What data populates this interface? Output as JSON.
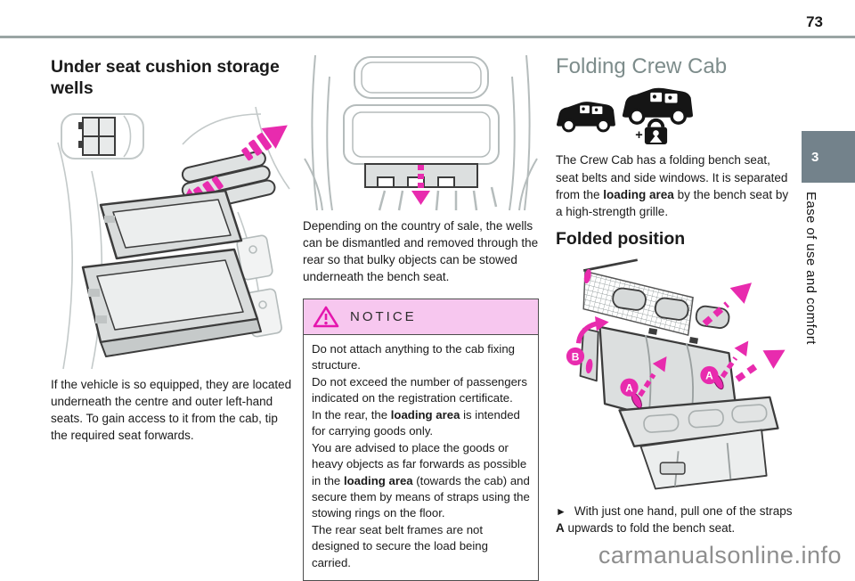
{
  "page": {
    "number": "73",
    "watermark": "carmanualsonline.info"
  },
  "sidebar": {
    "chapter_number": "3",
    "chapter_title": "Ease of use and comfort"
  },
  "left_column": {
    "heading": "Under seat cushion storage wells",
    "body": "If the vehicle is so equipped, they are located underneath the centre and outer left-hand seats. To gain access to it from the cab, tip the required seat forwards."
  },
  "middle_column": {
    "body": "Depending on the country of sale, the wells can be dismantled and removed through the rear so that bulky objects can be stowed underneath the bench seat.",
    "notice": {
      "title": "NOTICE",
      "p1": "Do not attach anything to the cab fixing structure.",
      "p2": "Do not exceed the number of passengers indicated on the registration certificate.",
      "p3a": "In the rear, the ",
      "p3b": "loading area",
      "p3c": " is intended for carrying goods only.",
      "p4a": "You are advised to place the goods or heavy objects as far forwards as possible in the ",
      "p4b": "loading area",
      "p4c": " (towards the cab) and secure them by means of straps using the stowing rings on the floor.",
      "p5": "The rear seat belt frames are not designed to secure the load being carried."
    }
  },
  "right_column": {
    "heading": "Folding Crew Cab",
    "intro_a": "The Crew Cab has a folding bench seat, seat belts and side windows. It is separated from the ",
    "intro_b": "loading area",
    "intro_c": " by the bench seat by a high-strength grille.",
    "subheading": "Folded position",
    "bullet": "►",
    "instruction_a": "With just one hand, pull one of the straps ",
    "instruction_b": "A",
    "instruction_c": " upwards to fold the bench seat.",
    "icons": {
      "plus": "+"
    },
    "labels": {
      "a1": "A",
      "a2": "A",
      "b": "B"
    }
  },
  "colors": {
    "accent_magenta": "#e82bae",
    "notice_bg": "#f7c7ef",
    "chapter_badge": "#73828b",
    "heading_gray": "#7d8c8b"
  }
}
